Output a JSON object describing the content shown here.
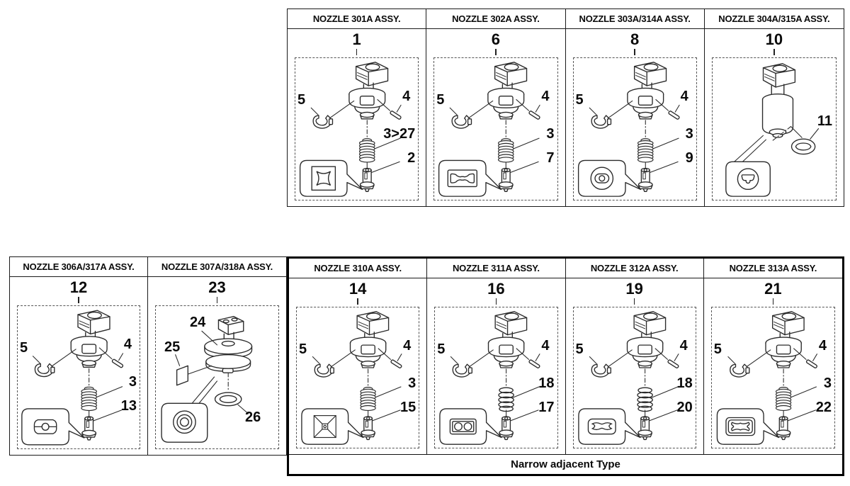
{
  "footer": {
    "narrow_group_label": "Narrow adjacent Type"
  },
  "ink_color": "#1a1a1a",
  "panels": [
    {
      "id": "301A",
      "group": "top",
      "title": "NOZZLE 301A ASSY.",
      "main_number": "1",
      "variant": "standard",
      "spring": "tight",
      "callout_icon": "four-point-star-in-square",
      "parts": {
        "clip": "5",
        "pin": "4",
        "spring": "3>27",
        "tip": "2"
      }
    },
    {
      "id": "302A",
      "group": "top",
      "title": "NOZZLE 302A ASSY.",
      "main_number": "6",
      "variant": "standard",
      "spring": "tight",
      "callout_icon": "double-bracket-slot",
      "parts": {
        "clip": "5",
        "pin": "4",
        "spring": "3",
        "tip": "7"
      }
    },
    {
      "id": "303A-314A",
      "group": "top",
      "title": "NOZZLE 303A/314A ASSY.",
      "main_number": "8",
      "variant": "standard",
      "spring": "tight",
      "callout_icon": "oval-in-circle",
      "parts": {
        "clip": "5",
        "pin": "4",
        "spring": "3",
        "tip": "9"
      }
    },
    {
      "id": "304A-315A",
      "group": "top",
      "title": "NOZZLE 304A/315A ASSY.",
      "main_number": "10",
      "variant": "barrel",
      "callout_icon": "t-slot-in-circle",
      "parts": {
        "washer": "11"
      }
    },
    {
      "id": "306A-317A",
      "group": "left",
      "title": "NOZZLE 306A/317A ASSY.",
      "main_number": "12",
      "variant": "standard",
      "spring": "tight",
      "callout_icon": "lens-with-center-hole",
      "parts": {
        "clip": "5",
        "pin": "4",
        "spring": "3",
        "tip": "13"
      }
    },
    {
      "id": "307A-318A",
      "group": "left",
      "title": "NOZZLE 307A/318A ASSY.",
      "main_number": "23",
      "variant": "spool",
      "callout_icon": "concentric-circles",
      "parts": {
        "p24": "24",
        "p25": "25",
        "p26": "26"
      }
    },
    {
      "id": "310A",
      "group": "narrow",
      "title": "NOZZLE 310A ASSY.",
      "main_number": "14",
      "variant": "standard",
      "spring": "tight",
      "callout_icon": "square-with-diagonals",
      "parts": {
        "clip": "5",
        "pin": "4",
        "spring": "3",
        "tip": "15"
      }
    },
    {
      "id": "311A",
      "group": "narrow",
      "title": "NOZZLE 311A ASSY.",
      "main_number": "16",
      "variant": "standard",
      "spring": "loose",
      "callout_icon": "two-holes-in-rect",
      "parts": {
        "clip": "5",
        "pin": "4",
        "spring": "18",
        "tip": "17"
      }
    },
    {
      "id": "312A",
      "group": "narrow",
      "title": "NOZZLE 312A ASSY.",
      "main_number": "19",
      "variant": "standard",
      "spring": "loose",
      "callout_icon": "wavy-cross-in-rect",
      "parts": {
        "clip": "5",
        "pin": "4",
        "spring": "18",
        "tip": "20"
      }
    },
    {
      "id": "313A",
      "group": "narrow",
      "title": "NOZZLE 313A ASSY.",
      "main_number": "21",
      "variant": "standard",
      "spring": "tight",
      "callout_icon": "wavy-cross-in-double-rect",
      "parts": {
        "clip": "5",
        "pin": "4",
        "spring": "3",
        "tip": "22"
      }
    }
  ]
}
